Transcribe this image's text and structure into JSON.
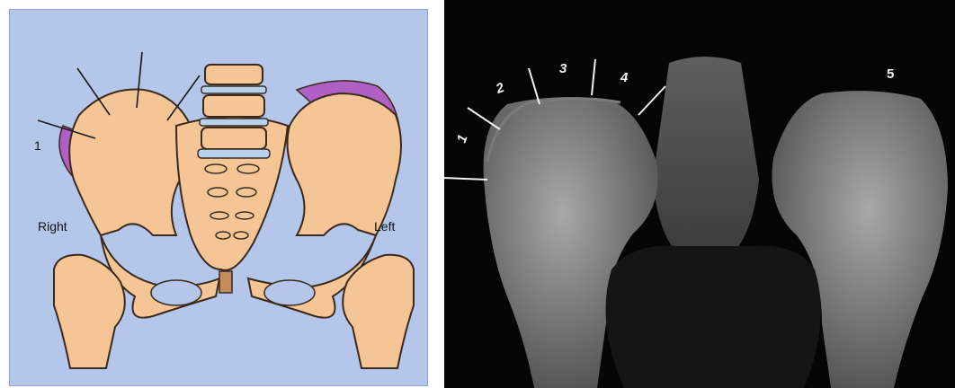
{
  "left_diagram": {
    "labels": {
      "number_one": "1",
      "right": "Right",
      "left": "Left"
    },
    "colors": {
      "background": "#b4c6ea",
      "bone": "#f6c596",
      "outline": "#3a2a1e",
      "cartilage": "#b05fc4",
      "disc": "#b7d2ee"
    }
  },
  "xray": {
    "labels": [
      "1",
      "2",
      "3",
      "4",
      "5"
    ],
    "colors": {
      "background": "#050505",
      "bone": "#9a9a9a",
      "annotation": "#f2f2f2"
    }
  }
}
